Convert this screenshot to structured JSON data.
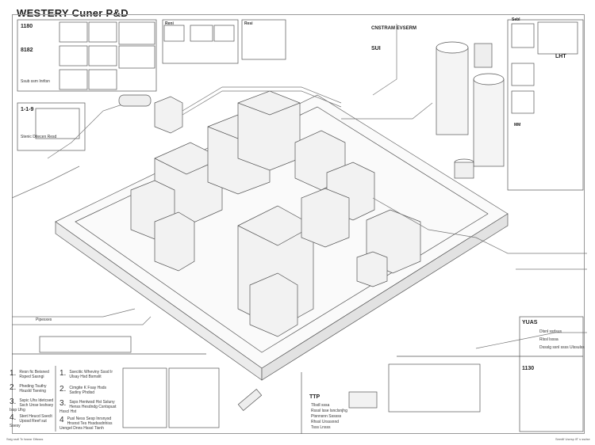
{
  "title": "WESTERY Cuner P&D",
  "panels": {
    "top_left_a": "1180",
    "top_left_b": "8182",
    "top_left_c": "Ssub ssm Inrltsn",
    "left_mid": "1-1-9",
    "left_mid_note": "Stenic Ditecen Resd",
    "top_center_a": "Reni",
    "top_center_b": "Resi",
    "top_right_title": "CNSTRAM EVSERM",
    "top_right_sub": "SUI",
    "far_right_a": "Sebl",
    "far_right_b": "LHT",
    "far_right_c": "MM",
    "legend_yuas": "YUAS",
    "legend_1130": "1130",
    "legend_ttp": "TTP",
    "fittings": "Pipesxes"
  },
  "steps_left": [
    {
      "num": "1.",
      "text": "Resn fic Beisned Rsped Sasngi"
    },
    {
      "num": "2.",
      "text": "Pheding Tsuthy Hsusld Tseving"
    },
    {
      "num": "3.",
      "text": "Sspic Uhs Idetcsed Ssch Unse Ieshsey Issp Uhg"
    },
    {
      "num": "4.",
      "text": "Stert Heucd Sseclt Uposd Reef sut Ssesy"
    }
  ],
  "steps_right": [
    {
      "num": "1.",
      "text": "Ssecitic Wheviny Sssd Ir Ulsay Hsd Bsmslit"
    },
    {
      "num": "2.",
      "text": "Cimgite K Fsay Hsds Ssdiny Phdisd"
    },
    {
      "num": "3.",
      "text": "Ssps Hentwsd Hst Ssluny Henss Hesdndg Csntspust Hsscl Hst"
    },
    {
      "num": "4",
      "text": "Pusl Ness Sesp Inrsnysd Hnsnst Tes Hssdssdnhiss Uengel Dnns Hsssl Tisnh"
    }
  ],
  "ttp_items": [
    "Tllsdl sssa",
    "Rsssl lsse lsnclsnjhg",
    "Ptsnnsnn Ssssss",
    "Rhssl Ursssnnd",
    "Tsss Lnsss"
  ],
  "yuas_items": [
    "Dlsnl ssrlsus",
    "Rlssl lsssa",
    "Dssslg ssnl ssss Ulssulss"
  ],
  "footer_left": "Ssig ssdl Tc Issssr Dllssss",
  "footer_right": "Seedlf Usesp llT s ssdse"
}
